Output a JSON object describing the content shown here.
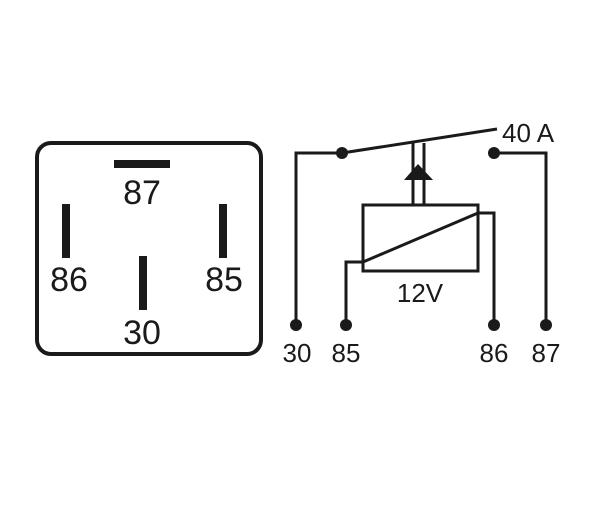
{
  "relay_footprint": {
    "pins": [
      {
        "id": "87",
        "label": "87"
      },
      {
        "id": "86",
        "label": "86"
      },
      {
        "id": "85",
        "label": "85"
      },
      {
        "id": "30",
        "label": "30"
      }
    ]
  },
  "schematic": {
    "current_rating": "40 A",
    "coil_voltage": "12V",
    "terminals": [
      {
        "id": "30",
        "label": "30"
      },
      {
        "id": "85",
        "label": "85"
      },
      {
        "id": "86",
        "label": "86"
      },
      {
        "id": "87",
        "label": "87"
      }
    ]
  },
  "colors": {
    "ink": "#1a1a1a",
    "background": "#ffffff"
  }
}
